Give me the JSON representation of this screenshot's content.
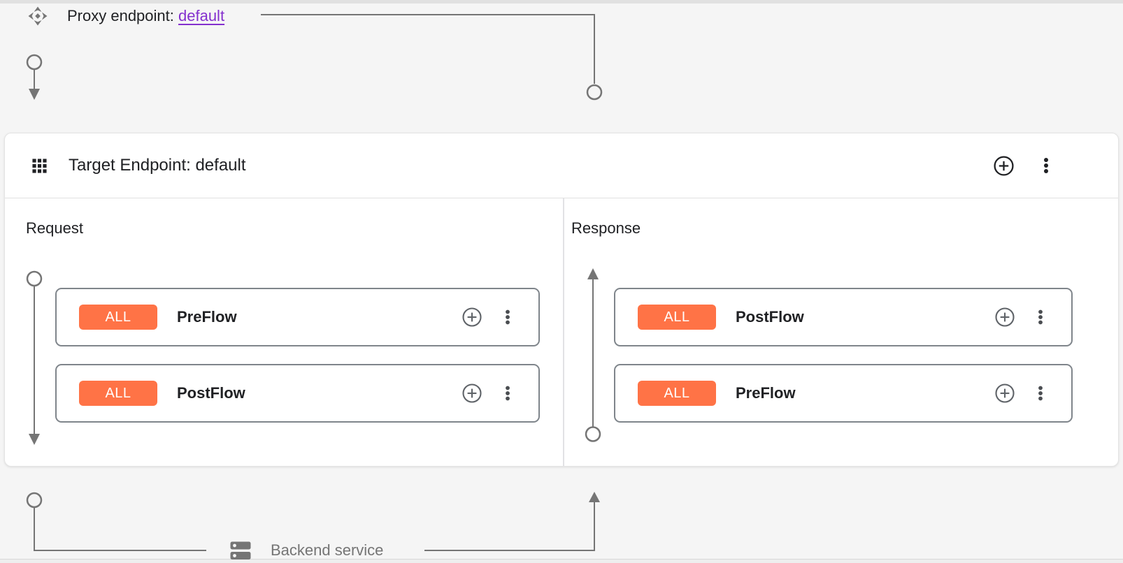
{
  "proxy_endpoint": {
    "label": "Proxy endpoint:",
    "link_text": "default"
  },
  "target_endpoint": {
    "title": "Target Endpoint: default",
    "request": {
      "label": "Request",
      "flows": [
        {
          "badge": "ALL",
          "name": "PreFlow"
        },
        {
          "badge": "ALL",
          "name": "PostFlow"
        }
      ]
    },
    "response": {
      "label": "Response",
      "flows": [
        {
          "badge": "ALL",
          "name": "PostFlow"
        },
        {
          "badge": "ALL",
          "name": "PreFlow"
        }
      ]
    }
  },
  "backend_service": {
    "label": "Backend service"
  },
  "icons": {
    "proxy_endpoint": "proxy-endpoint-icon",
    "target_endpoint_header": "grid-icon",
    "header_actions": [
      "add-circle-icon",
      "more-vert-icon"
    ],
    "flow_row_actions": [
      "add-circle-icon",
      "more-vert-icon"
    ],
    "backend": "backend-service-icon",
    "rails": [
      "circle-node",
      "arrow-head"
    ]
  },
  "colors": {
    "canvas_bg": "#f5f5f5",
    "badge_orange": "#ff7346",
    "link_purple": "#8430ce",
    "rail_gray": "#757575",
    "text_dark": "#202124",
    "text_gray": "#757575",
    "card_border_gray": "#7f858b",
    "divider_light": "#e2e2e5"
  }
}
